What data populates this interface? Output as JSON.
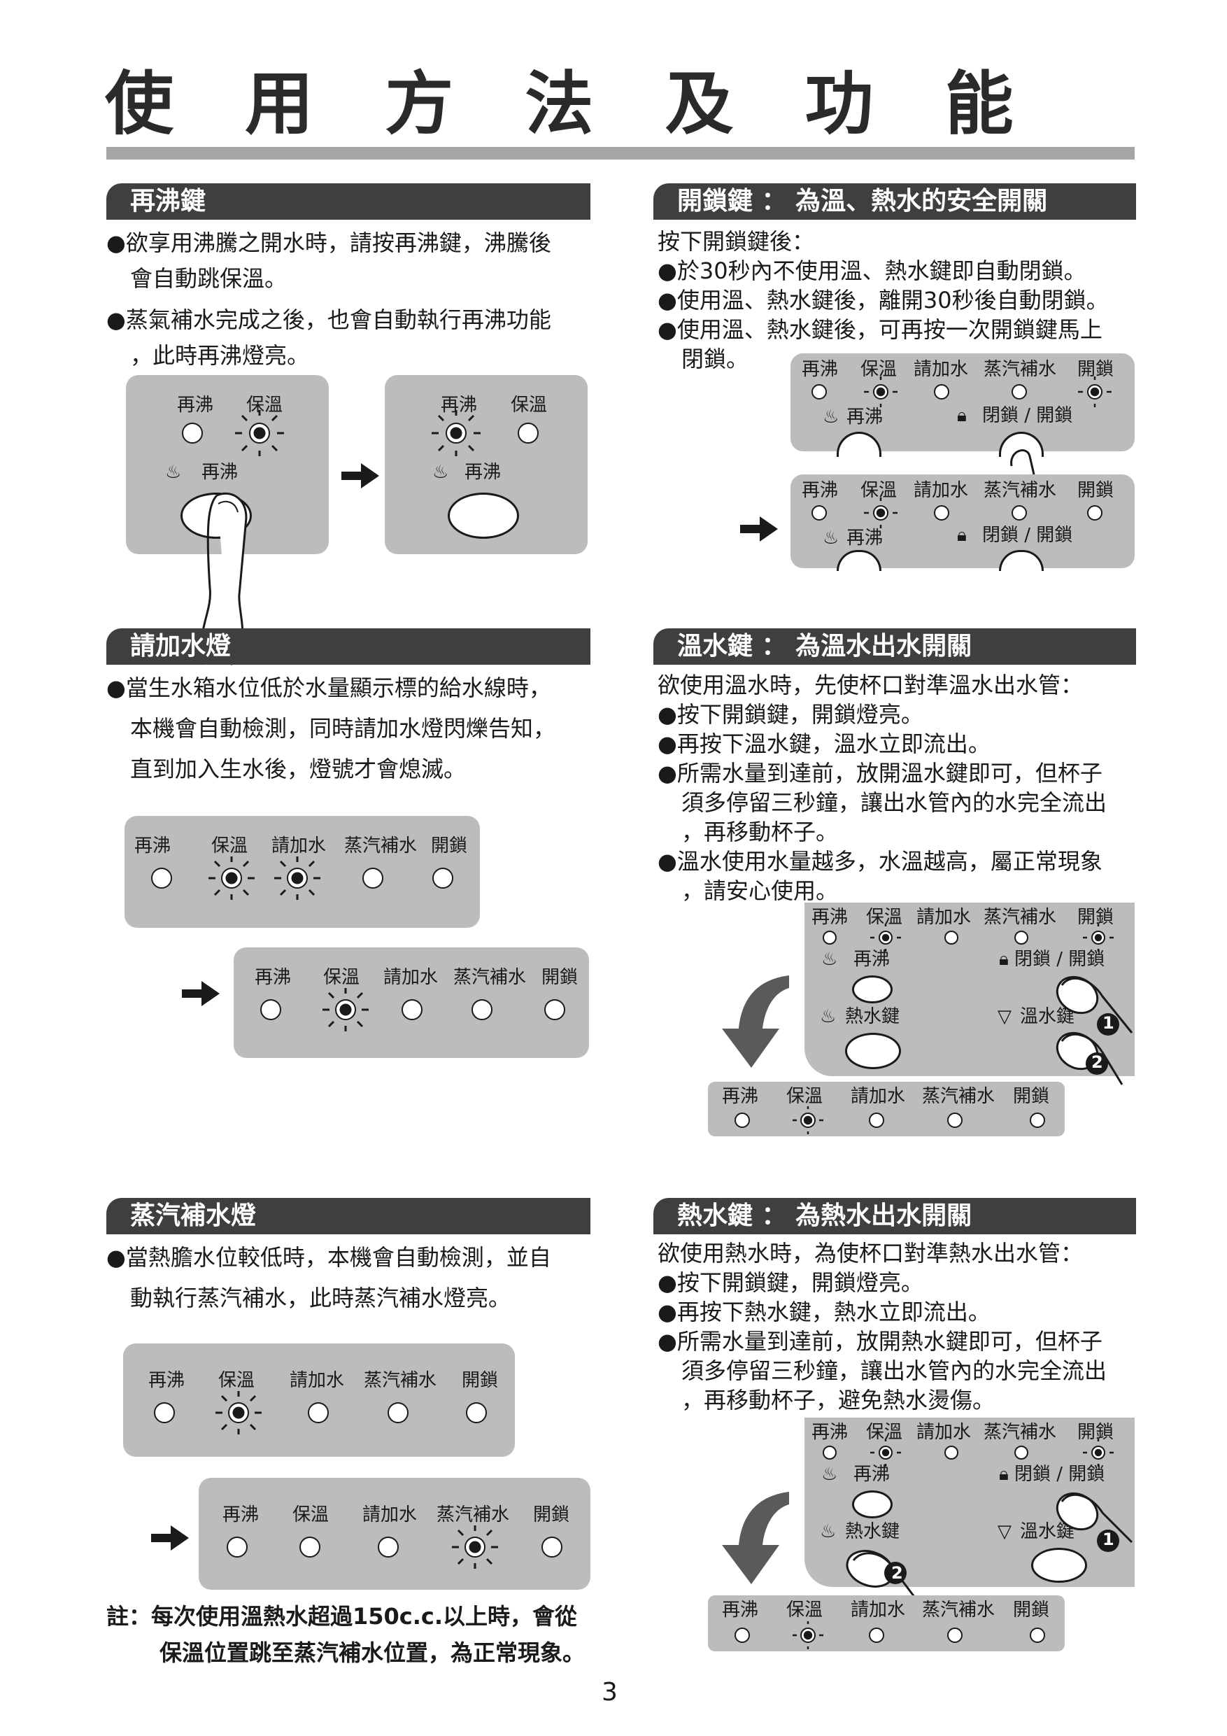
{
  "page": {
    "title": "使 用 方 法 及 功 能",
    "page_number": "3"
  },
  "reboil": {
    "heading": "再沸鍵",
    "lines": [
      "●欲享用沸騰之開水時，請按再沸鍵，沸騰後",
      "會自動跳保溫。",
      "●蒸氣補水完成之後，也會自動執行再沸功能",
      "，此時再沸燈亮。"
    ],
    "panel_labels": {
      "reboil": "再沸",
      "keepwarm": "保溫",
      "button": "再沸"
    }
  },
  "refill": {
    "heading": "請加水燈",
    "lines": [
      "●當生水箱水位低於水量顯示標的給水線時，",
      "本機會自動檢測，同時請加水燈閃爍告知，",
      "直到加入生水後，燈號才會熄滅。"
    ]
  },
  "steam": {
    "heading": "蒸汽補水燈",
    "lines": [
      "●當熱膽水位較低時，本機會自動檢測，並自",
      "動執行蒸汽補水，此時蒸汽補水燈亮。"
    ]
  },
  "note": {
    "lines": [
      "註：每次使用溫熱水超過150c.c.以上時，會從",
      "保溫位置跳至蒸汽補水位置，為正常現象。"
    ]
  },
  "unlock": {
    "heading": "開鎖鍵 ： 為溫、熱水的安全開關",
    "lines": [
      "按下開鎖鍵後：",
      "●於30秒內不使用溫、熱水鍵即自動閉鎖。",
      "●使用溫、熱水鍵後，離開30秒後自動閉鎖。",
      "●使用溫、熱水鍵後，可再按一次開鎖鍵馬上",
      "閉鎖。"
    ],
    "lock_label": "閉鎖 / 開鎖"
  },
  "warm": {
    "heading": "溫水鍵 ： 為溫水出水開關",
    "lines": [
      "欲使用溫水時，先使杯口對準溫水出水管：",
      "●按下開鎖鍵，開鎖燈亮。",
      "●再按下溫水鍵，溫水立即流出。",
      "●所需水量到達前，放開溫水鍵即可，但杯子",
      "須多停留三秒鐘，讓出水管內的水完全流出",
      "，再移動杯子。",
      "●溫水使用水量越多，水溫越高，屬正常現象",
      "，請安心使用。"
    ]
  },
  "hot": {
    "heading": "熱水鍵 ： 為熱水出水開關",
    "lines": [
      "欲使用熱水時，為使杯口對準熱水出水管：",
      "●按下開鎖鍵，開鎖燈亮。",
      "●再按下熱水鍵，熱水立即流出。",
      "●所需水量到達前，放開熱水鍵即可，但杯子",
      "須多停留三秒鐘，讓出水管內的水完全流出",
      "，再移動杯子，避免熱水燙傷。"
    ]
  },
  "indicator_labels": [
    "再沸",
    "保溫",
    "請加水",
    "蒸汽補水",
    "開鎖"
  ],
  "keys": {
    "reboil": "再沸",
    "lock": "閉鎖 / 開鎖",
    "hot": "熱水鍵",
    "warm": "溫水鍵"
  },
  "step_markers": [
    "1",
    "2"
  ],
  "colors": {
    "heading_bg": "#3f3f3f",
    "panel": "#bcbcbc",
    "rule": "#a6a6a6"
  }
}
